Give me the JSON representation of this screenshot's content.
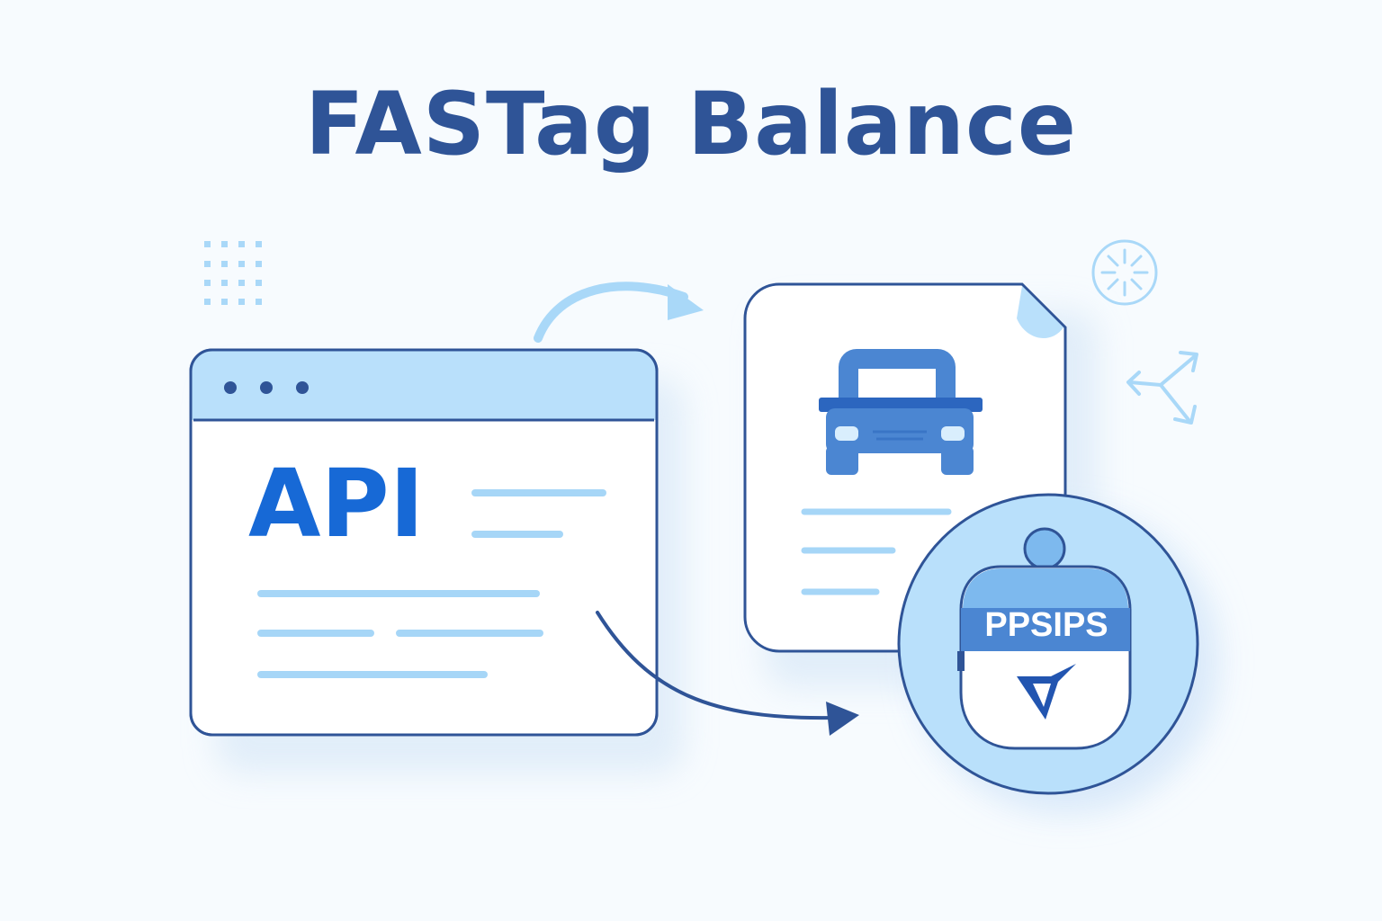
{
  "title": "FASTag Balance",
  "api_window": {
    "label": "API"
  },
  "fastag": {
    "label": "PPSIPS"
  },
  "icons": {
    "dots": "dot-grid-decoration",
    "car": "car-icon",
    "tag": "fastag-tag-icon",
    "check": "checkmark-icon",
    "sparkle": "sparkle-icon",
    "branch": "branch-arrows-icon"
  },
  "colors": {
    "title": "#2f5497",
    "outline": "#2f5497",
    "light_blue": "#b9e0fb",
    "line_blue": "#a6d6f7",
    "accent": "#1769d6"
  }
}
